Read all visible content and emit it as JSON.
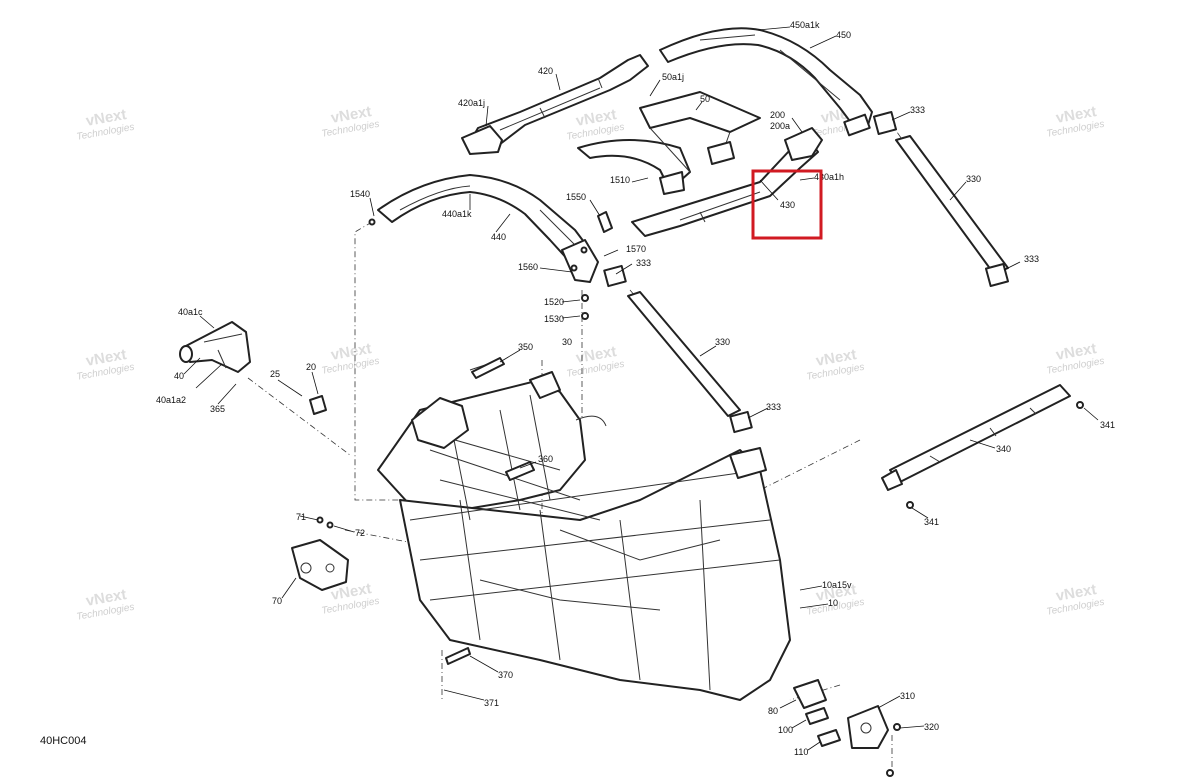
{
  "diagram": {
    "code": "40HC004",
    "watermark_line1": "vNext",
    "watermark_line2": "Technologies",
    "watermark_small": "vNext Technologies",
    "highlight_color": "#d11a22",
    "labels": {
      "l450a1k": "450a1k",
      "l450": "450",
      "l420": "420",
      "l50a1j": "50a1j",
      "l50": "50",
      "l420a1j": "420a1j",
      "l200": "200",
      "l200a": "200a",
      "l333a": "333",
      "l430a1h": "430a1h",
      "l430": "430",
      "l330a": "330",
      "l1510": "1510",
      "l1540": "1540",
      "l440a1k": "440a1k",
      "l1550": "1550",
      "l440": "440",
      "l1570": "1570",
      "l1560": "1560",
      "l333b": "333",
      "l333c": "333",
      "l1520": "1520",
      "l1530": "1530",
      "l40a1c": "40a1c",
      "l40": "40",
      "l40a1a2": "40a1a2",
      "l365": "365",
      "l25": "25",
      "l20": "20",
      "l350": "350",
      "l30": "30",
      "l330b": "330",
      "l333d": "333",
      "l341a": "341",
      "l340": "340",
      "l341b": "341",
      "l360": "360",
      "l71": "71",
      "l72": "72",
      "l70": "70",
      "l10a15v": "10a15v",
      "l10": "10",
      "l370": "370",
      "l371": "371",
      "l310": "310",
      "l80": "80",
      "l100": "100",
      "l320": "320",
      "l110": "110"
    }
  }
}
